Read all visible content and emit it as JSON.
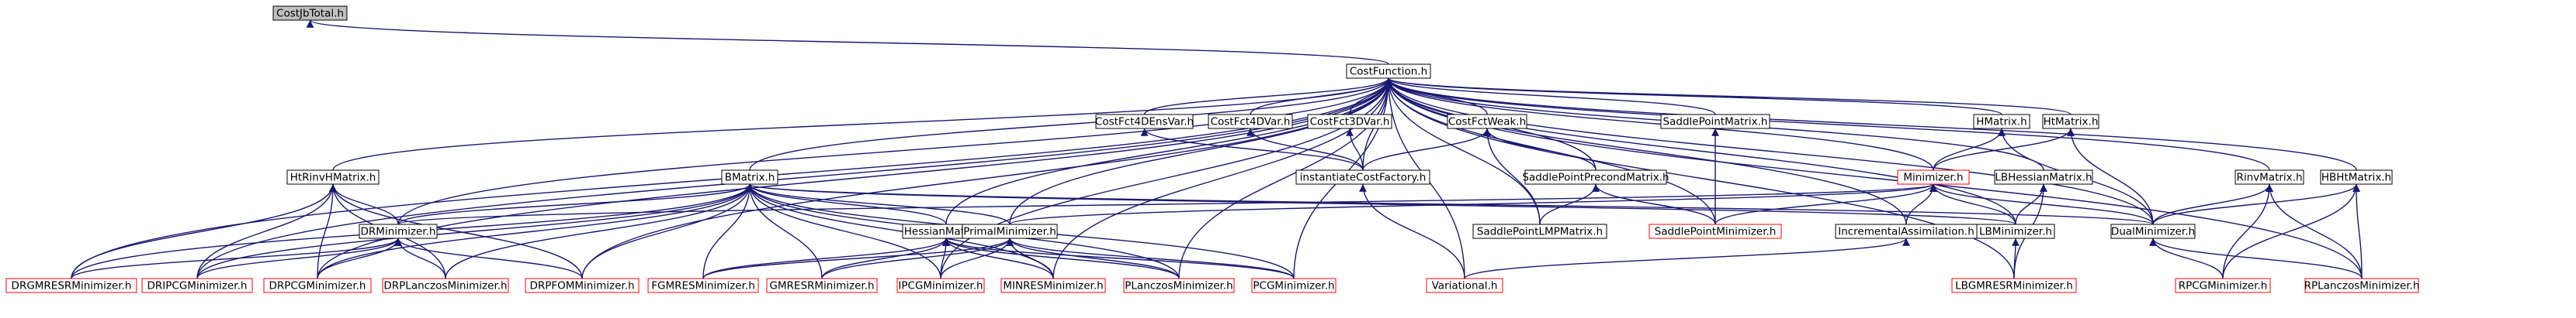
{
  "colors": {
    "edge": "#191970",
    "box_border_default": "#000000",
    "box_border_incomplete": "#ff0000",
    "box_fill_default": "#ffffff",
    "box_fill_root": "#bfbfbf"
  },
  "nodes": [
    {
      "id": "CostJbTotal",
      "label": "CostJbTotal.h",
      "style": "root"
    },
    {
      "id": "CostFunction",
      "label": "CostFunction.h",
      "style": "normal"
    },
    {
      "id": "CostFct4DEnsVar",
      "label": "CostFct4DEnsVar.h",
      "style": "normal"
    },
    {
      "id": "CostFct4DVar",
      "label": "CostFct4DVar.h",
      "style": "normal"
    },
    {
      "id": "CostFct3DVar",
      "label": "CostFct3DVar.h",
      "style": "normal"
    },
    {
      "id": "CostFctWeak",
      "label": "CostFctWeak.h",
      "style": "normal"
    },
    {
      "id": "SaddlePointMatrix",
      "label": "SaddlePointMatrix.h",
      "style": "normal"
    },
    {
      "id": "HMatrix",
      "label": "HMatrix.h",
      "style": "normal"
    },
    {
      "id": "HtMatrix",
      "label": "HtMatrix.h",
      "style": "normal"
    },
    {
      "id": "HtRinvHMatrix",
      "label": "HtRinvHMatrix.h",
      "style": "normal"
    },
    {
      "id": "BMatrix",
      "label": "BMatrix.h",
      "style": "normal"
    },
    {
      "id": "instantiateCostFactory",
      "label": "instantiateCostFactory.h",
      "style": "normal"
    },
    {
      "id": "SaddlePointPrecondMatrix",
      "label": "SaddlePointPrecondMatrix.h",
      "style": "normal"
    },
    {
      "id": "Minimizer",
      "label": "Minimizer.h",
      "style": "incomplete"
    },
    {
      "id": "LBHessianMatrix",
      "label": "LBHessianMatrix.h",
      "style": "normal"
    },
    {
      "id": "RinvMatrix",
      "label": "RinvMatrix.h",
      "style": "normal"
    },
    {
      "id": "HBHtMatrix",
      "label": "HBHtMatrix.h",
      "style": "normal"
    },
    {
      "id": "DRMinimizer",
      "label": "DRMinimizer.h",
      "style": "normal"
    },
    {
      "id": "HessianMatrix",
      "label": "HessianMatrix.h",
      "style": "normal"
    },
    {
      "id": "PrimalMinimizer",
      "label": "PrimalMinimizer.h",
      "style": "normal"
    },
    {
      "id": "SaddlePointLMPMatrix",
      "label": "SaddlePointLMPMatrix.h",
      "style": "normal"
    },
    {
      "id": "SaddlePointMinimizer",
      "label": "SaddlePointMinimizer.h",
      "style": "incomplete"
    },
    {
      "id": "IncrementalAssimilation",
      "label": "IncrementalAssimilation.h",
      "style": "normal"
    },
    {
      "id": "LBMinimizer",
      "label": "LBMinimizer.h",
      "style": "normal"
    },
    {
      "id": "DualMinimizer",
      "label": "DualMinimizer.h",
      "style": "normal"
    },
    {
      "id": "DRGMRESRMinimizer",
      "label": "DRGMRESRMinimizer.h",
      "style": "incomplete"
    },
    {
      "id": "DRIPCGMinimizer",
      "label": "DRIPCGMinimizer.h",
      "style": "incomplete"
    },
    {
      "id": "DRPCGMinimizer",
      "label": "DRPCGMinimizer.h",
      "style": "incomplete"
    },
    {
      "id": "DRPLanczosMinimizer",
      "label": "DRPLanczosMinimizer.h",
      "style": "incomplete"
    },
    {
      "id": "DRPFOMMinimizer",
      "label": "DRPFOMMinimizer.h",
      "style": "incomplete"
    },
    {
      "id": "FGMRESMinimizer",
      "label": "FGMRESMinimizer.h",
      "style": "incomplete"
    },
    {
      "id": "GMRESRMinimizer",
      "label": "GMRESRMinimizer.h",
      "style": "incomplete"
    },
    {
      "id": "IPCGMinimizer",
      "label": "IPCGMinimizer.h",
      "style": "incomplete"
    },
    {
      "id": "MINRESMinimizer",
      "label": "MINRESMinimizer.h",
      "style": "incomplete"
    },
    {
      "id": "PLanczosMinimizer",
      "label": "PLanczosMinimizer.h",
      "style": "incomplete"
    },
    {
      "id": "PCGMinimizer",
      "label": "PCGMinimizer.h",
      "style": "incomplete"
    },
    {
      "id": "Variational",
      "label": "Variational.h",
      "style": "incomplete"
    },
    {
      "id": "LBGMRESRMinimizer",
      "label": "LBGMRESRMinimizer.h",
      "style": "incomplete"
    },
    {
      "id": "RPCGMinimizer",
      "label": "RPCGMinimizer.h",
      "style": "incomplete"
    },
    {
      "id": "RPLanczosMinimizer",
      "label": "RPLanczosMinimizer.h",
      "style": "incomplete"
    }
  ],
  "edges": [
    [
      "CostFunction",
      "CostJbTotal"
    ],
    [
      "CostFct4DEnsVar",
      "CostFunction"
    ],
    [
      "CostFct4DVar",
      "CostFunction"
    ],
    [
      "CostFct3DVar",
      "CostFunction"
    ],
    [
      "CostFctWeak",
      "CostFunction"
    ],
    [
      "SaddlePointMatrix",
      "CostFunction"
    ],
    [
      "HMatrix",
      "CostFunction"
    ],
    [
      "HtMatrix",
      "CostFunction"
    ],
    [
      "HtRinvHMatrix",
      "CostFunction"
    ],
    [
      "BMatrix",
      "CostFunction"
    ],
    [
      "instantiateCostFactory",
      "CostFunction"
    ],
    [
      "SaddlePointPrecondMatrix",
      "CostFunction"
    ],
    [
      "Minimizer",
      "CostFunction"
    ],
    [
      "LBHessianMatrix",
      "CostFunction"
    ],
    [
      "RinvMatrix",
      "CostFunction"
    ],
    [
      "HBHtMatrix",
      "CostFunction"
    ],
    [
      "DRMinimizer",
      "CostFunction"
    ],
    [
      "HessianMatrix",
      "CostFunction"
    ],
    [
      "PrimalMinimizer",
      "CostFunction"
    ],
    [
      "SaddlePointLMPMatrix",
      "CostFunction"
    ],
    [
      "SaddlePointMinimizer",
      "CostFunction"
    ],
    [
      "IncrementalAssimilation",
      "CostFunction"
    ],
    [
      "LBMinimizer",
      "CostFunction"
    ],
    [
      "DualMinimizer",
      "CostFunction"
    ],
    [
      "DRGMRESRMinimizer",
      "CostFunction"
    ],
    [
      "DRIPCGMinimizer",
      "CostFunction"
    ],
    [
      "DRPCGMinimizer",
      "CostFunction"
    ],
    [
      "DRPFOMMinimizer",
      "CostFunction"
    ],
    [
      "IPCGMinimizer",
      "CostFunction"
    ],
    [
      "MINRESMinimizer",
      "CostFunction"
    ],
    [
      "PLanczosMinimizer",
      "CostFunction"
    ],
    [
      "PCGMinimizer",
      "CostFunction"
    ],
    [
      "Variational",
      "CostFunction"
    ],
    [
      "LBGMRESRMinimizer",
      "CostFunction"
    ],
    [
      "RPLanczosMinimizer",
      "CostFunction"
    ],
    [
      "instantiateCostFactory",
      "CostFct4DEnsVar"
    ],
    [
      "instantiateCostFactory",
      "CostFct4DVar"
    ],
    [
      "instantiateCostFactory",
      "CostFct3DVar"
    ],
    [
      "instantiateCostFactory",
      "CostFctWeak"
    ],
    [
      "SaddlePointPrecondMatrix",
      "CostFctWeak"
    ],
    [
      "SaddlePointLMPMatrix",
      "CostFctWeak"
    ],
    [
      "SaddlePointMinimizer",
      "SaddlePointMatrix"
    ],
    [
      "Minimizer",
      "HMatrix"
    ],
    [
      "DualMinimizer",
      "HMatrix"
    ],
    [
      "Minimizer",
      "HtMatrix"
    ],
    [
      "DualMinimizer",
      "HtMatrix"
    ],
    [
      "DRMinimizer",
      "HtRinvHMatrix"
    ],
    [
      "DRGMRESRMinimizer",
      "HtRinvHMatrix"
    ],
    [
      "DRIPCGMinimizer",
      "HtRinvHMatrix"
    ],
    [
      "DRPCGMinimizer",
      "HtRinvHMatrix"
    ],
    [
      "DRPLanczosMinimizer",
      "HtRinvHMatrix"
    ],
    [
      "DRPFOMMinimizer",
      "HtRinvHMatrix"
    ],
    [
      "DRMinimizer",
      "BMatrix"
    ],
    [
      "HessianMatrix",
      "BMatrix"
    ],
    [
      "PrimalMinimizer",
      "BMatrix"
    ],
    [
      "DualMinimizer",
      "BMatrix"
    ],
    [
      "LBMinimizer",
      "BMatrix"
    ],
    [
      "DRGMRESRMinimizer",
      "BMatrix"
    ],
    [
      "DRIPCGMinimizer",
      "BMatrix"
    ],
    [
      "DRPCGMinimizer",
      "BMatrix"
    ],
    [
      "DRPLanczosMinimizer",
      "BMatrix"
    ],
    [
      "DRPFOMMinimizer",
      "BMatrix"
    ],
    [
      "FGMRESMinimizer",
      "BMatrix"
    ],
    [
      "GMRESRMinimizer",
      "BMatrix"
    ],
    [
      "IPCGMinimizer",
      "BMatrix"
    ],
    [
      "MINRESMinimizer",
      "BMatrix"
    ],
    [
      "PLanczosMinimizer",
      "BMatrix"
    ],
    [
      "PCGMinimizer",
      "BMatrix"
    ],
    [
      "Variational",
      "instantiateCostFactory"
    ],
    [
      "SaddlePointLMPMatrix",
      "SaddlePointPrecondMatrix"
    ],
    [
      "SaddlePointMinimizer",
      "SaddlePointPrecondMatrix"
    ],
    [
      "DRMinimizer",
      "Minimizer"
    ],
    [
      "PrimalMinimizer",
      "Minimizer"
    ],
    [
      "SaddlePointMinimizer",
      "Minimizer"
    ],
    [
      "IncrementalAssimilation",
      "Minimizer"
    ],
    [
      "LBMinimizer",
      "Minimizer"
    ],
    [
      "DualMinimizer",
      "Minimizer"
    ],
    [
      "LBMinimizer",
      "LBHessianMatrix"
    ],
    [
      "LBGMRESRMinimizer",
      "LBHessianMatrix"
    ],
    [
      "DualMinimizer",
      "RinvMatrix"
    ],
    [
      "RPCGMinimizer",
      "RinvMatrix"
    ],
    [
      "RPLanczosMinimizer",
      "RinvMatrix"
    ],
    [
      "DualMinimizer",
      "HBHtMatrix"
    ],
    [
      "RPCGMinimizer",
      "HBHtMatrix"
    ],
    [
      "RPLanczosMinimizer",
      "HBHtMatrix"
    ],
    [
      "DRGMRESRMinimizer",
      "DRMinimizer"
    ],
    [
      "DRIPCGMinimizer",
      "DRMinimizer"
    ],
    [
      "DRPCGMinimizer",
      "DRMinimizer"
    ],
    [
      "DRPLanczosMinimizer",
      "DRMinimizer"
    ],
    [
      "DRPFOMMinimizer",
      "DRMinimizer"
    ],
    [
      "FGMRESMinimizer",
      "HessianMatrix"
    ],
    [
      "GMRESRMinimizer",
      "HessianMatrix"
    ],
    [
      "IPCGMinimizer",
      "HessianMatrix"
    ],
    [
      "MINRESMinimizer",
      "HessianMatrix"
    ],
    [
      "PLanczosMinimizer",
      "HessianMatrix"
    ],
    [
      "PCGMinimizer",
      "HessianMatrix"
    ],
    [
      "FGMRESMinimizer",
      "PrimalMinimizer"
    ],
    [
      "GMRESRMinimizer",
      "PrimalMinimizer"
    ],
    [
      "IPCGMinimizer",
      "PrimalMinimizer"
    ],
    [
      "MINRESMinimizer",
      "PrimalMinimizer"
    ],
    [
      "PLanczosMinimizer",
      "PrimalMinimizer"
    ],
    [
      "PCGMinimizer",
      "PrimalMinimizer"
    ],
    [
      "Variational",
      "IncrementalAssimilation"
    ],
    [
      "LBGMRESRMinimizer",
      "LBMinimizer"
    ],
    [
      "RPCGMinimizer",
      "DualMinimizer"
    ],
    [
      "RPLanczosMinimizer",
      "DualMinimizer"
    ]
  ]
}
